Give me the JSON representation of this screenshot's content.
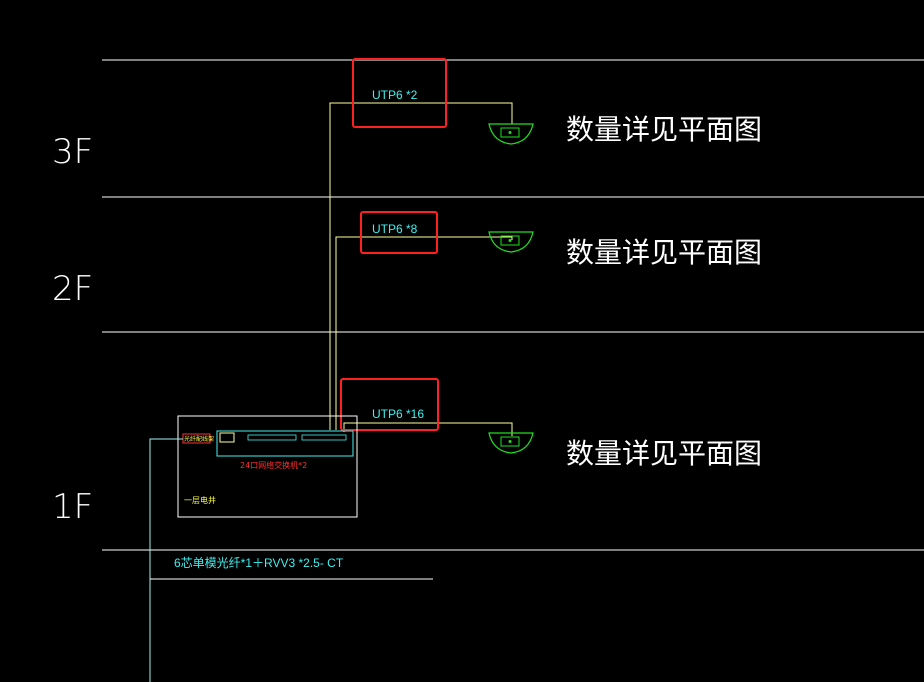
{
  "floors": [
    "3F",
    "2F",
    "1F"
  ],
  "links": [
    {
      "label": "UTP6 *2",
      "note": "数量详见平面图"
    },
    {
      "label": "UTP6 *8",
      "note": "数量详见平面图"
    },
    {
      "label": "UTP6 *16",
      "note": "数量详见平面图"
    }
  ],
  "cabinet": {
    "switch_label": "24口网络交换机*2",
    "room_label": "一层电井",
    "odf_label": "光纤配线架"
  },
  "cable_label": "6芯单模光纤*1＋RVV3 *2.5- CT",
  "colors": {
    "background": "#000000",
    "floor_line": "#ffffff",
    "cable_line": "#ffff99",
    "riser_line": "#9ff0f0",
    "highlight_box": "#ff2020",
    "outlet": "#20e020",
    "utp_text": "#40f0f0"
  }
}
